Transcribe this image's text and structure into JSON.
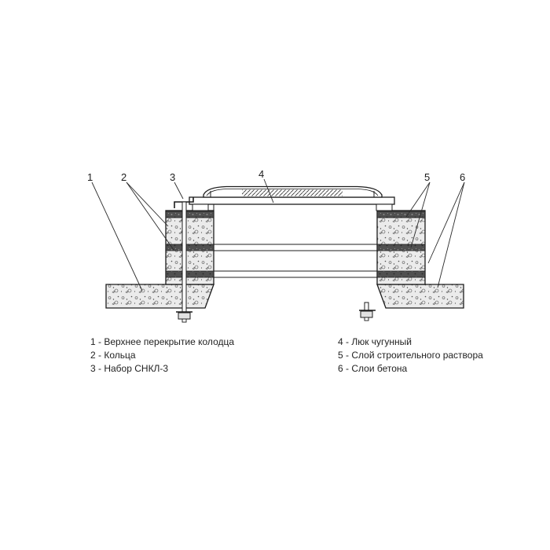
{
  "figure": {
    "callouts": [
      "1",
      "2",
      "3",
      "4",
      "5",
      "6"
    ],
    "legend": {
      "left": [
        "1 - Верхнее перекрытие колодца",
        "2 - Кольца",
        "3 - Набор СНКЛ-3"
      ],
      "right": [
        "4 - Люк чугунный",
        "5 - Слой строительного раствора",
        "6 - Слои бетона"
      ]
    },
    "colors": {
      "line": "#1c1c1c",
      "concrete_background": "#ebebeb",
      "mortar": "#505050"
    }
  }
}
